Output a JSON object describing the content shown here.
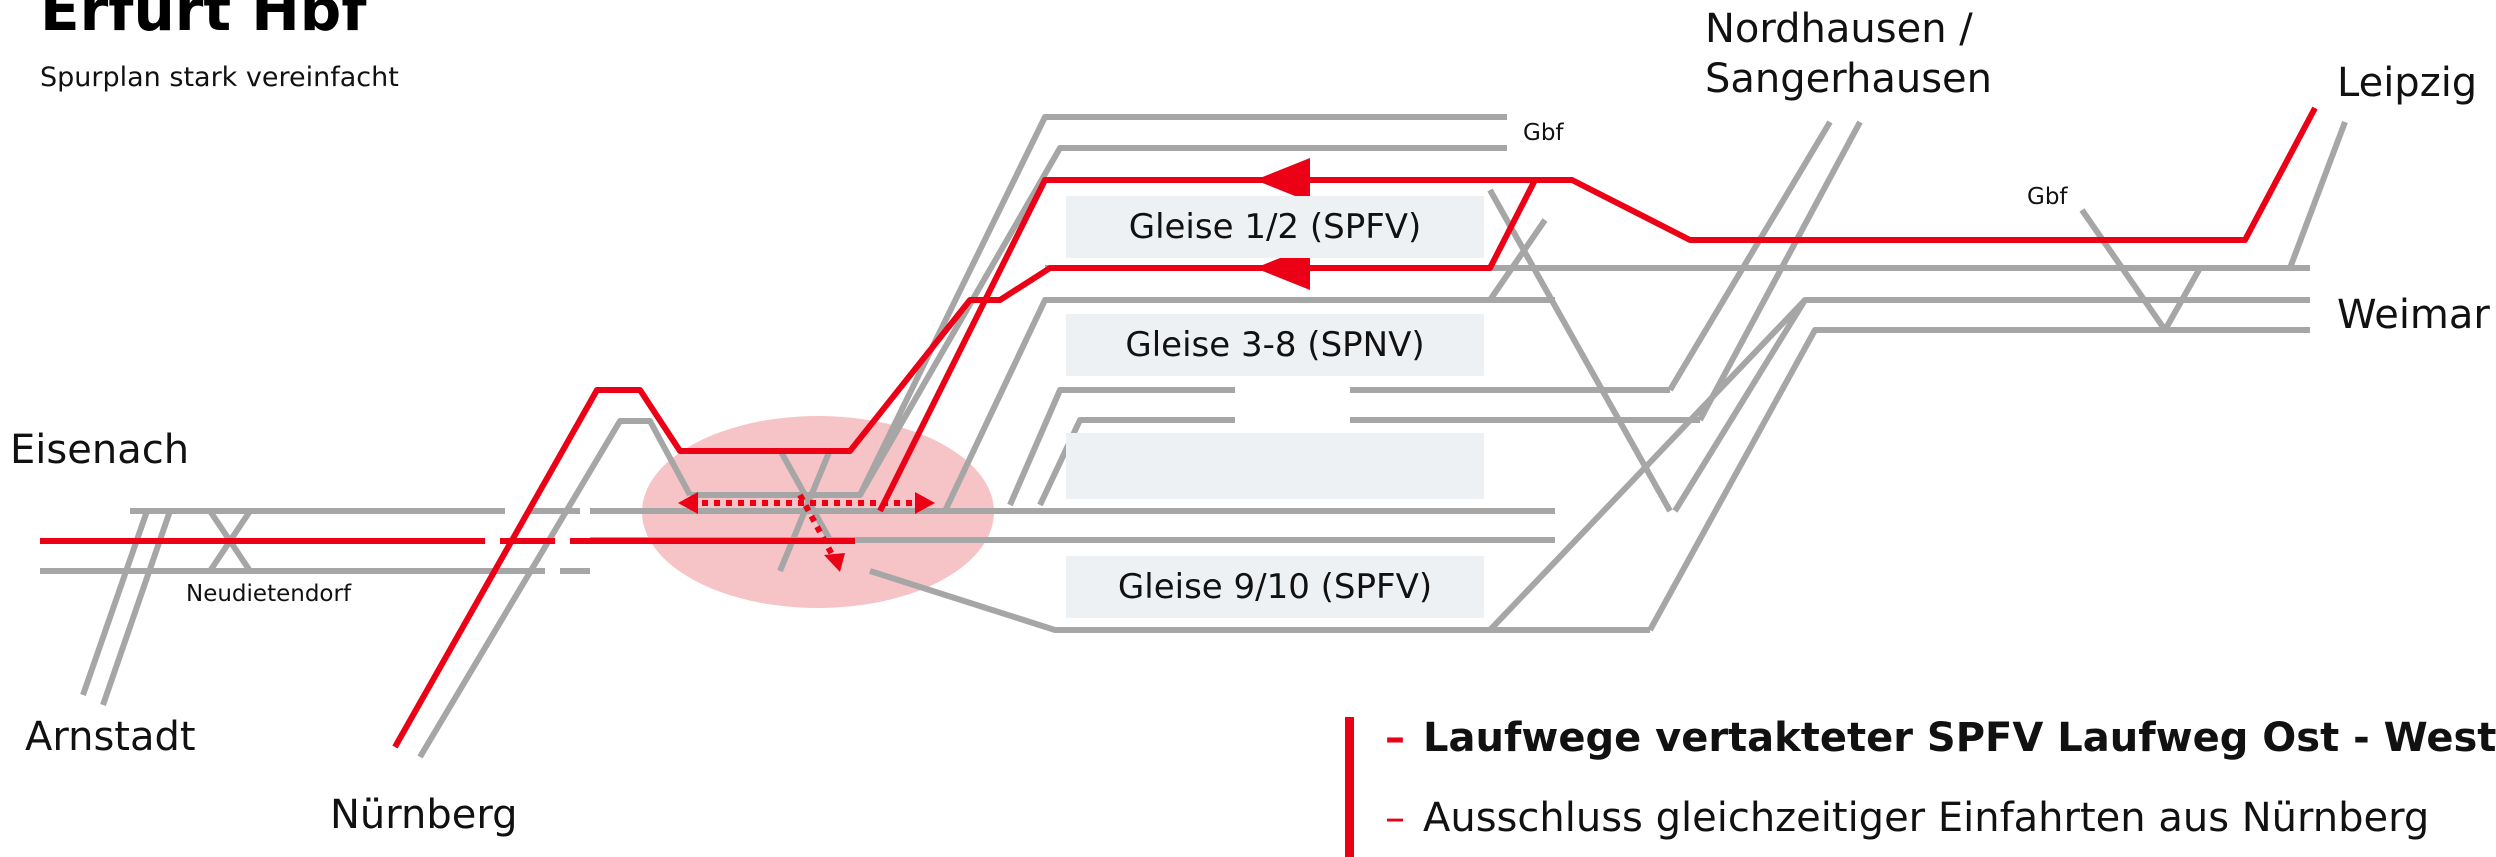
{
  "header": {
    "title": "Erfurt Hbf",
    "subtitle": "Spurplan stark vereinfacht"
  },
  "places": {
    "eisenach": "Eisenach",
    "arnstadt": "Arnstadt",
    "nuernberg": "Nürnberg",
    "nordhausen": "Nordhausen /",
    "sangerhausen": "Sangerhausen",
    "leipzig": "Leipzig",
    "weimar": "Weimar"
  },
  "small_labels": {
    "gbf_west": "Gbf",
    "gbf_east": "Gbf",
    "neudietendorf": "Neudietendorf"
  },
  "platforms": [
    {
      "label": "Gleise 1/2 (SPFV)"
    },
    {
      "label": "Gleise 3-8 (SPNV)"
    },
    {
      "label": ""
    },
    {
      "label": "Gleise 9/10 (SPFV)"
    }
  ],
  "legend": {
    "items": [
      {
        "dash": "–",
        "text": "Laufwege vertakteter SPFV Laufweg Ost - West"
      },
      {
        "dash": "–",
        "text": "Ausschluss gleichzeitiger Einfahrten aus Nürnberg"
      }
    ]
  },
  "colors": {
    "track": "#a6a6a6",
    "route": "#ec0016",
    "conflict_zone": "#f6c3c6",
    "platform": "#eef1f4"
  }
}
